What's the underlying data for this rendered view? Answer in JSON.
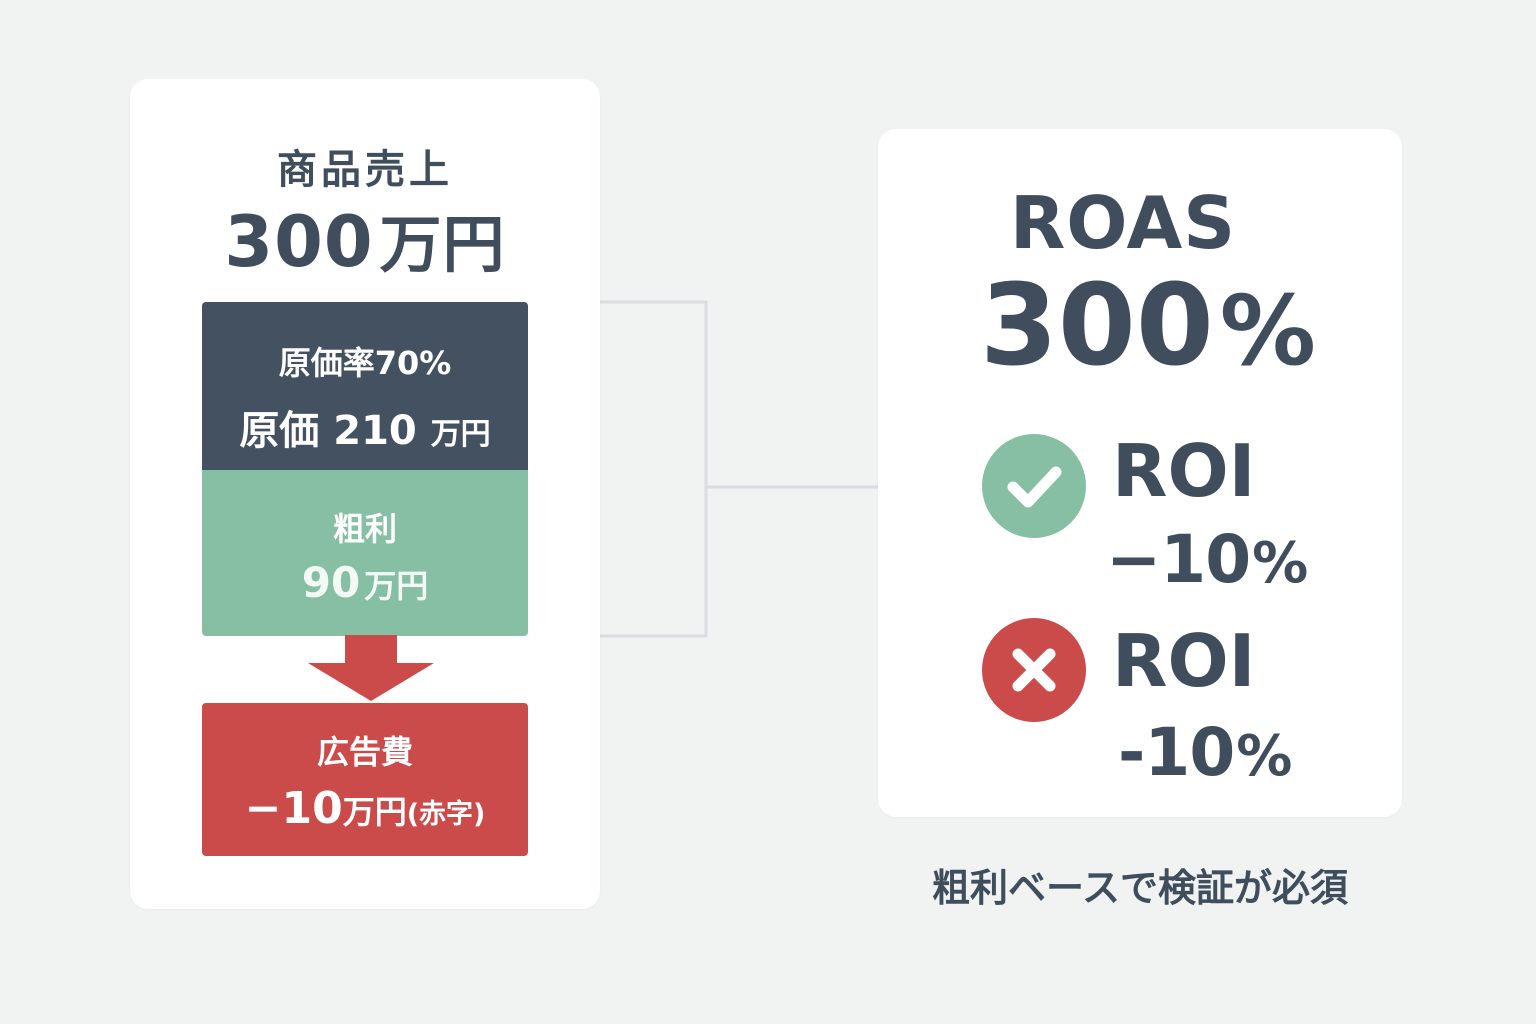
{
  "left_card": {
    "title": "商品売上",
    "value": "300",
    "unit": "万円",
    "cost": {
      "rate_text": "原価率70%",
      "label": "原価",
      "value": "210",
      "unit": "万円"
    },
    "profit": {
      "label": "粗利",
      "value": "90",
      "unit": "万円"
    },
    "ad_cost": {
      "label": "広告費",
      "value": "−10",
      "unit": "万円",
      "note": "(赤字)"
    }
  },
  "right_card": {
    "roas_label": "ROAS",
    "roas_value": "300",
    "roas_unit": "%",
    "roi_ok": {
      "label": "ROI",
      "value": "−10",
      "unit": "%",
      "icon": "check-icon"
    },
    "roi_ng": {
      "label": "ROI",
      "value": "-10",
      "unit": "%",
      "icon": "cross-icon"
    }
  },
  "caption": "粗利ベースで検証が必須",
  "colors": {
    "background": "#f1f3f3",
    "card": "#ffffff",
    "text": "#3f4d5c",
    "cost": "#445161",
    "profit": "#86bfa3",
    "loss": "#ca4b49",
    "connector": "#d9dde1"
  }
}
